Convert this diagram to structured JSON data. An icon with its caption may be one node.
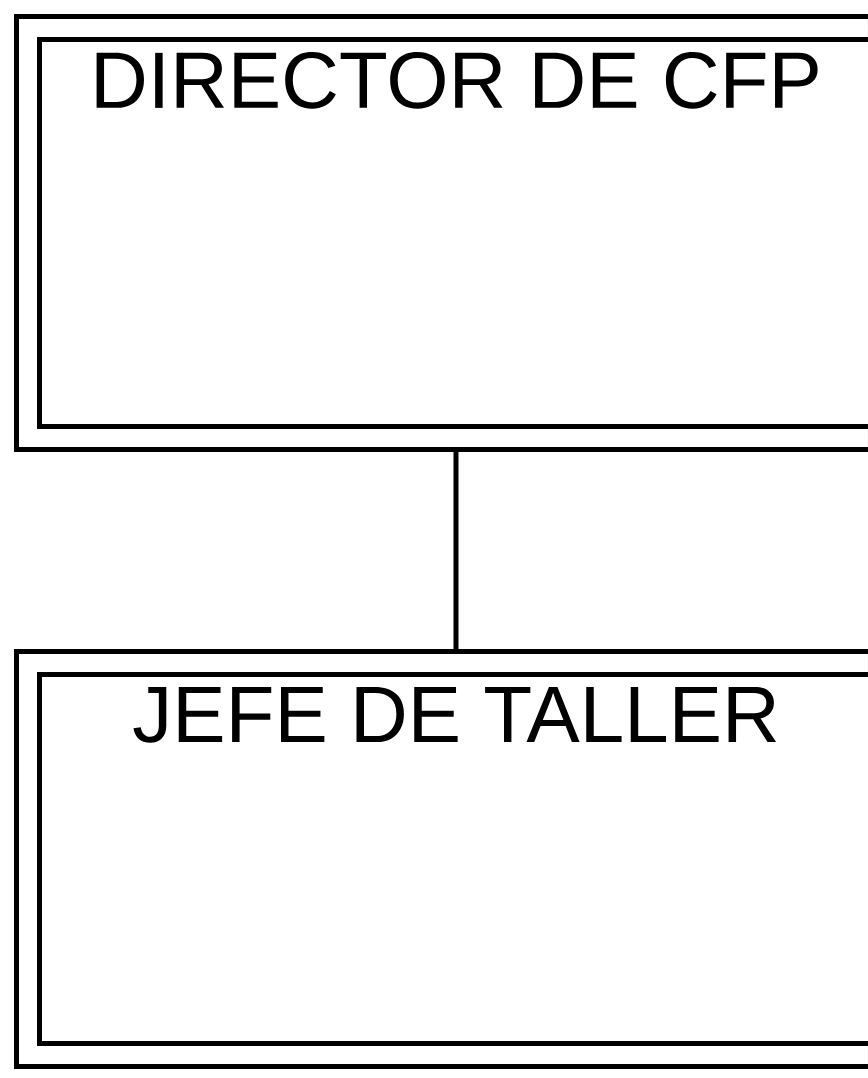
{
  "diagram": {
    "nodes": [
      {
        "text": [
          "DIRECTOR DE CFP"
        ]
      },
      {
        "text": [
          "JEFE DE TALLER"
        ]
      }
    ],
    "edges": [
      {
        "from": 0,
        "to": 1,
        "arrow": "none"
      }
    ]
  }
}
